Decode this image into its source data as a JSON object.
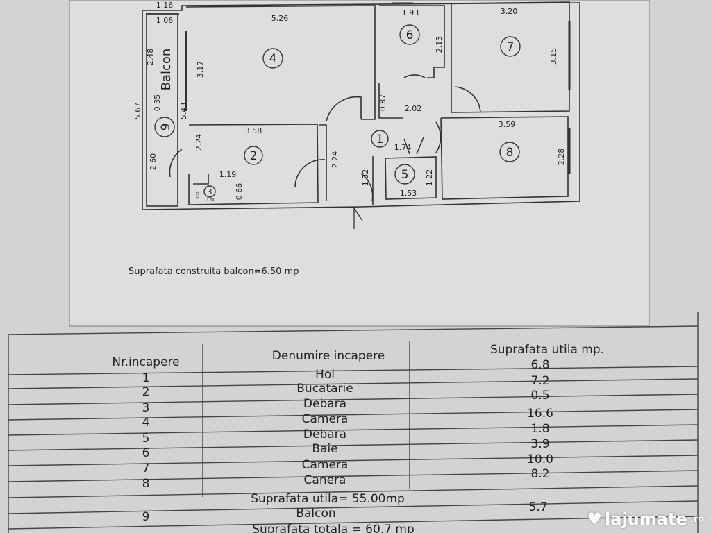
{
  "plan": {
    "rooms": {
      "r1": "1",
      "r2": "2",
      "r3": "3",
      "r4": "4",
      "r5": "5",
      "r6": "6",
      "r7": "7",
      "r8": "8",
      "r9": "9"
    },
    "balcony_label": "Balcon",
    "dims": {
      "d116": "1.16",
      "d106": "1.06",
      "d526": "5.26",
      "d193": "1.93",
      "d320": "3.20",
      "d248": "2.48",
      "d317": "3.17",
      "d567": "5.67",
      "d035": "0.35",
      "d543": "5.43",
      "d213": "2.13",
      "d315": "3.15",
      "d087": "0.87",
      "d202": "2.02",
      "d358": "3.58",
      "d359": "3.59",
      "d224a": "2.24",
      "d224b": "2.24",
      "d174": "1.74",
      "d228": "2.28",
      "d260": "2.60",
      "d119": "1.19",
      "d066": "0.66",
      "d132": "1.32",
      "d122": "1.22",
      "d153": "1.53",
      "d058": "0.58",
      "d109": "1.09"
    },
    "balcony_area_note": "Suprafata construita balcon=6.50 mp"
  },
  "table": {
    "headers": {
      "nr": "Nr.incapere",
      "name": "Denumire incapere",
      "area": "Suprafata utila mp."
    },
    "rows": [
      {
        "nr": "1",
        "name": "Hol",
        "area": "6.8"
      },
      {
        "nr": "2",
        "name": "Bucatarie",
        "area": "7.2"
      },
      {
        "nr": "3",
        "name": "Debara",
        "area": "0.5"
      },
      {
        "nr": "4",
        "name": "Camera",
        "area": "16.6"
      },
      {
        "nr": "5",
        "name": "Debara",
        "area": "1.8"
      },
      {
        "nr": "6",
        "name": "Baie",
        "area": "3.9"
      },
      {
        "nr": "7",
        "name": "Camera",
        "area": "10.0"
      },
      {
        "nr": "8",
        "name": "Canera",
        "area": "8.2"
      }
    ],
    "usable_total": "Suprafata utila= 55.00mp",
    "balcony_row": {
      "nr": "9",
      "name": "Balcon",
      "area": "5.7"
    },
    "grand_total": "Suprafata totala = 60.7 mp"
  },
  "watermark": {
    "brand": "lajumate",
    "tld": ".ro"
  }
}
